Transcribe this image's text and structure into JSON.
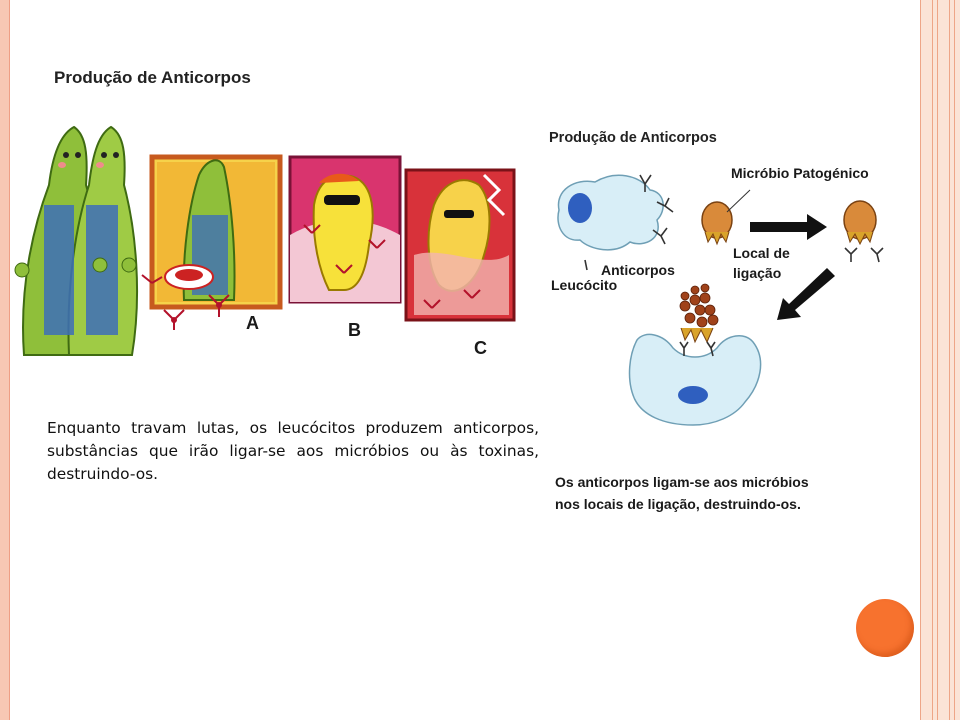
{
  "left_figure": {
    "title": "Produção de Anticorpos",
    "panel_labels": [
      "A",
      "B",
      "C"
    ]
  },
  "right_figure": {
    "title": "Produção de Anticorpos",
    "label_microbe": "Micróbio Patogénico",
    "label_binding_site_line1": "Local de",
    "label_binding_site_line2": "ligação",
    "label_antibodies": "Anticorpos",
    "label_leukocyte": "Leucócito",
    "caption_line1": "Os anticorpos ligam-se aos micróbios",
    "caption_line2": "nos locais de ligação, destruindo-os."
  },
  "body_text": "Enquanto travam lutas, os leucócitos produzem anticorpos, substâncias que irão ligar-se aos micróbios ou às toxinas, destruindo-os.",
  "colors": {
    "accent_orange": "#f7722e",
    "border_peach": "#f7c8b4"
  }
}
